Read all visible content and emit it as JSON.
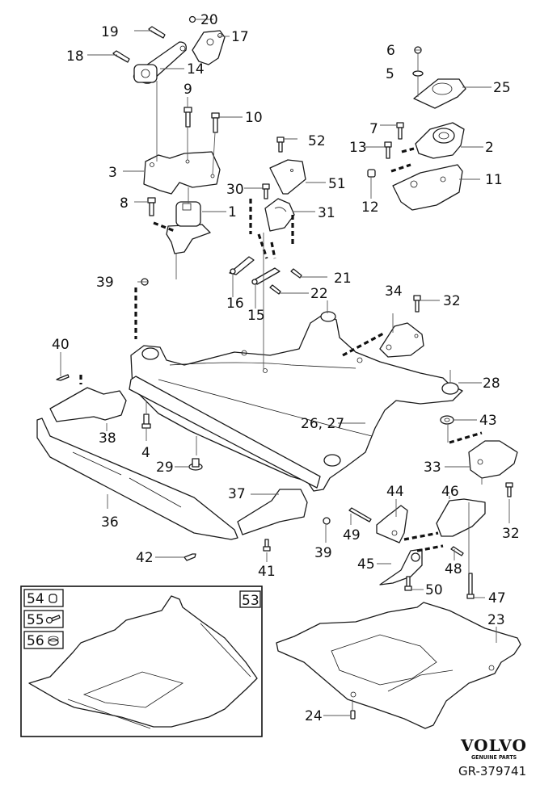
{
  "diagram": {
    "title": "Engine mounts, subframe and splash shield exploded parts diagram",
    "brand": "VOLVO",
    "brand_subtitle": "GENUINE PARTS",
    "drawing_number": "GR-379741",
    "callouts": {
      "c1": "1",
      "c2": "2",
      "c3": "3",
      "c4": "4",
      "c5": "5",
      "c6": "6",
      "c7": "7",
      "c8": "8",
      "c9": "9",
      "c10": "10",
      "c11": "11",
      "c12": "12",
      "c13": "13",
      "c14": "14",
      "c15": "15",
      "c16": "16",
      "c17": "17",
      "c18": "18",
      "c19": "19",
      "c20": "20",
      "c21": "21",
      "c22": "22",
      "c23": "23",
      "c24": "24",
      "c26_27": "26, 27",
      "c25": "25",
      "c28": "28",
      "c29": "29",
      "c30": "30",
      "c31": "31",
      "c32a": "32",
      "c32b": "32",
      "c33": "33",
      "c34": "34",
      "c36": "36",
      "c37": "37",
      "c38": "38",
      "c39a": "39",
      "c39b": "39",
      "c40": "40",
      "c41": "41",
      "c42": "42",
      "c43": "43",
      "c44": "44",
      "c45": "45",
      "c46": "46",
      "c47": "47",
      "c48": "48",
      "c49": "49",
      "c50": "50",
      "c51": "51",
      "c52": "52"
    },
    "inset": {
      "title_callout": "53",
      "legend": [
        {
          "number": "54",
          "icon": "plug-icon"
        },
        {
          "number": "55",
          "icon": "screw-icon"
        },
        {
          "number": "56",
          "icon": "grommet-icon"
        }
      ]
    }
  }
}
